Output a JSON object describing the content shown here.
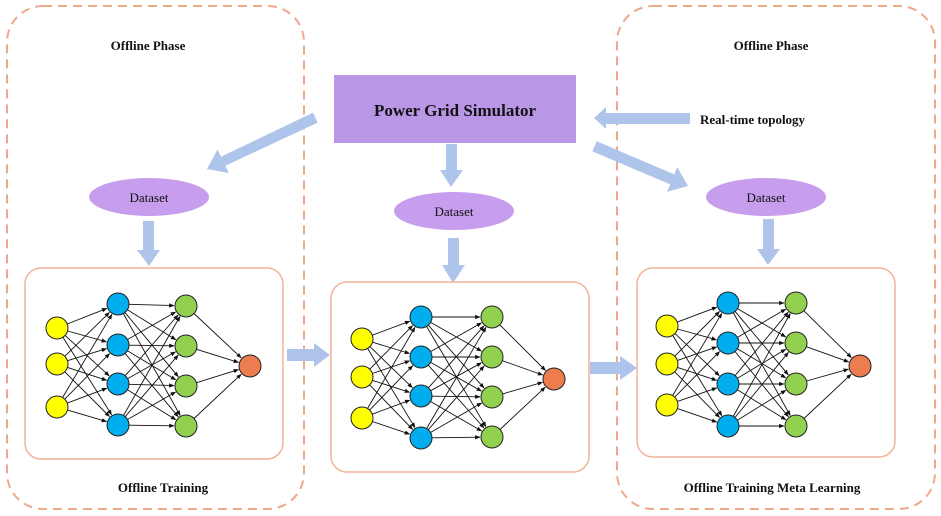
{
  "phases": [
    {
      "title": "Offline Phase",
      "dataset_label": "Dataset",
      "footer": "Offline Training"
    },
    {
      "dataset_label": "Dataset"
    },
    {
      "title": "Offline Phase",
      "dataset_label": "Dataset",
      "footer": "Offline Training Meta Learning"
    }
  ],
  "simulator": {
    "label": "Power Grid Simulator"
  },
  "topology": {
    "label": "Real-time topology"
  },
  "colors": {
    "dashed_border": "#f0a88a",
    "panel_border": "#f2b49a",
    "simulator_fill": "#b996e6",
    "dataset_fill": "#c79ded",
    "arrow": "#aec4ea",
    "input_node": "#ffff00",
    "hidden1_node": "#00aeef",
    "hidden2_node": "#92d050",
    "output_node": "#ed7d4f"
  },
  "networks": [
    {
      "layers": [
        3,
        4,
        4,
        1
      ],
      "connectivity": "full"
    },
    {
      "layers": [
        3,
        4,
        4,
        1
      ],
      "connectivity": "full"
    },
    {
      "layers": [
        3,
        4,
        4,
        1
      ],
      "connectivity": "full"
    }
  ]
}
